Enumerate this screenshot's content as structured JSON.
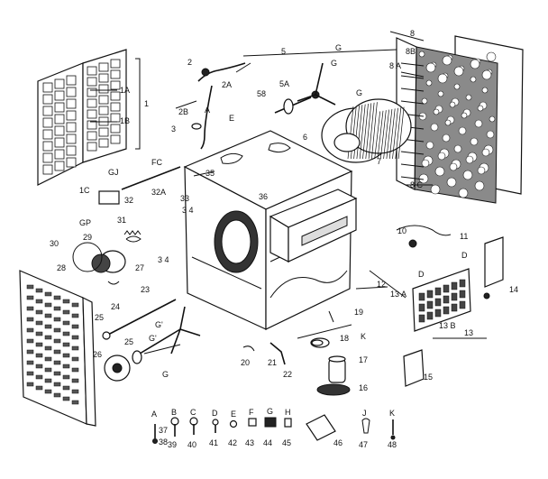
{
  "labels": {
    "l1": "1",
    "l1A": "1A",
    "l1B": "1B",
    "l1C": "1C",
    "lFC": "FC",
    "l2": "2",
    "l2A": "2A",
    "l2B": "2B",
    "lA_top": "A",
    "l3": "3",
    "lE_top": "E",
    "l5": "5",
    "l5A": "5A",
    "l58": "58",
    "lG1": "G",
    "lG2": "G",
    "lG3": "G",
    "l6": "6",
    "l7": "7",
    "l8": "8",
    "l8A": "8 A",
    "l8B": "8B",
    "l8C": "8 C",
    "l35": "35",
    "l36": "36",
    "l33": "33",
    "l34a": "3 4",
    "l32": "32",
    "l32A": "32A",
    "lGJ": "GJ",
    "lGP": "GP",
    "l31": "31",
    "l30": "30",
    "l29": "29",
    "l28": "28",
    "l27": "27",
    "l34b": "3 4",
    "l23": "23",
    "l24": "24",
    "l25a": "25",
    "l25b": "25",
    "l26": "26",
    "lG1a": "G'",
    "lG1b": "G'",
    "lG4": "G",
    "l10": "10",
    "l11": "11",
    "l12": "12",
    "l13A": "13 A",
    "l13B": "13 B",
    "l13": "13",
    "lD1": "D",
    "lD2": "D",
    "l14": "14",
    "l15": "15",
    "l19": "19",
    "l18": "18",
    "lK1": "K",
    "l20": "20",
    "l21": "21",
    "l22": "22",
    "l17": "17",
    "l16": "16",
    "hA": "A",
    "hB": "B",
    "hC": "C",
    "hD": "D",
    "hE": "E",
    "hF": "F",
    "hG": "G",
    "hH": "H",
    "hJ": "J",
    "hK": "K",
    "n37": "37",
    "n38": "38",
    "n39": "39",
    "n40": "40",
    "n41": "41",
    "n42": "42",
    "n43": "43",
    "n44": "44",
    "n45": "45",
    "n46": "46",
    "n47": "47",
    "n48": "48"
  }
}
